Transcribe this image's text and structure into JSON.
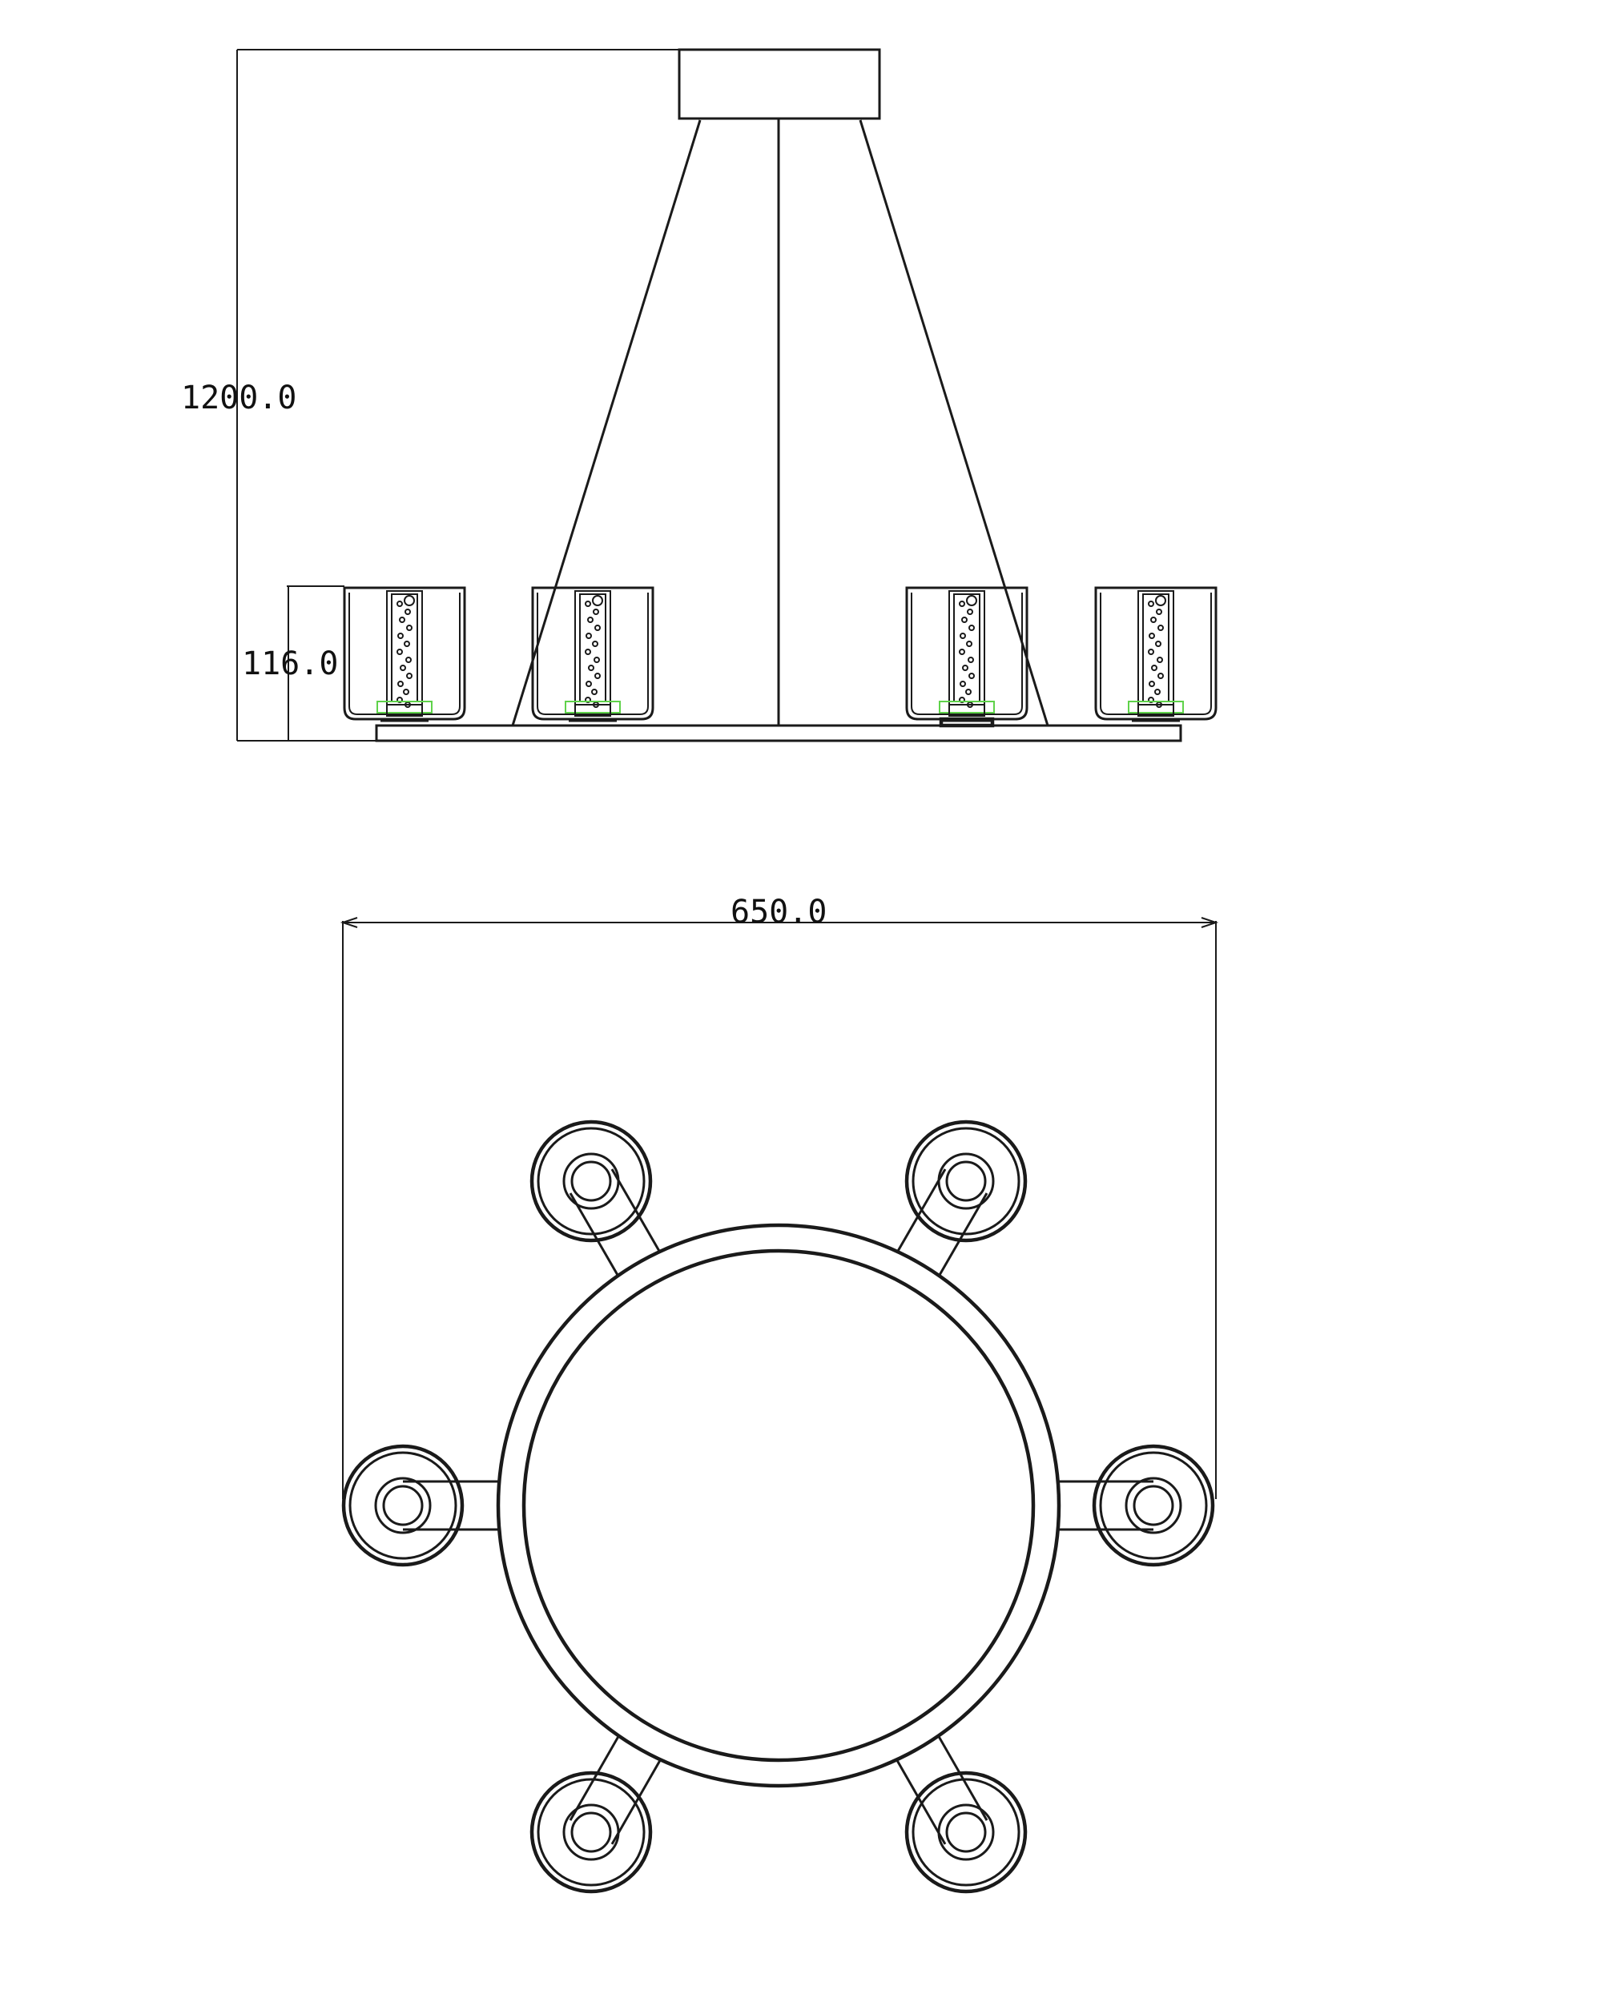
{
  "dimensions": {
    "total_height": "1200.0",
    "shade_height": "116.0",
    "diameter": "650.0"
  },
  "colors": {
    "line": "#1a1a1a",
    "accent": "#5fd24a",
    "background": "#ffffff"
  }
}
